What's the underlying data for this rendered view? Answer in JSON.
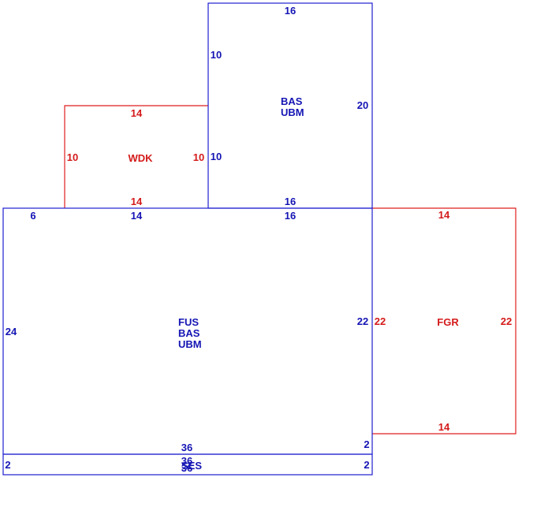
{
  "colors": {
    "main": "#1414b4",
    "attached": "#d41a1a"
  },
  "areas": {
    "bas_top": {
      "codes": [
        "BAS",
        "UBM"
      ],
      "dims": {
        "top": "16",
        "left": "10",
        "left_lower": "10",
        "right": "20",
        "bottom": "16"
      }
    },
    "wdk": {
      "code": "WDK",
      "dims": {
        "top": "14",
        "left": "10",
        "right": "10",
        "bottom": "14"
      }
    },
    "fus": {
      "codes": [
        "FUS",
        "BAS",
        "UBM"
      ],
      "dims": {
        "top_left": "6",
        "top_mid": "14",
        "top_right": "16",
        "left": "24",
        "right": "22",
        "bottom": "36",
        "bottom_right": "2"
      }
    },
    "fgr": {
      "code": "FGR",
      "dims": {
        "top": "14",
        "left": "22",
        "right": "22",
        "bottom": "14"
      }
    },
    "strip": {
      "codes": [
        "36",
        "36",
        "SES"
      ],
      "dims": {
        "left": "2",
        "right": "2"
      }
    }
  }
}
